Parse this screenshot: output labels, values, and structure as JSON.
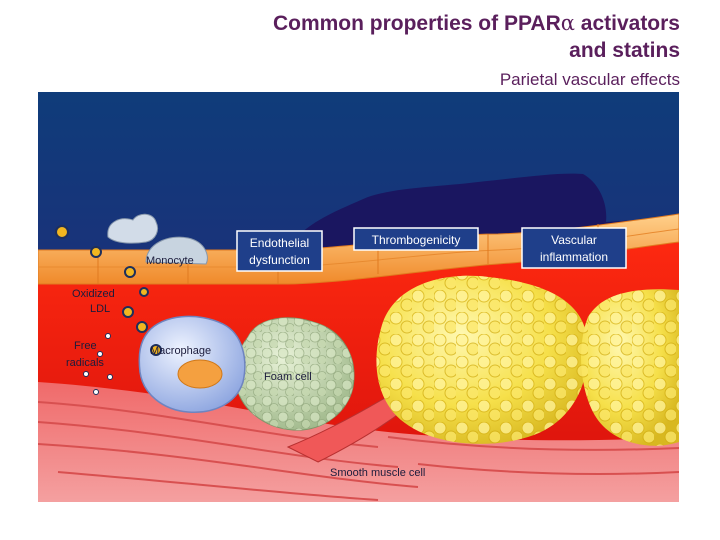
{
  "title": {
    "line1_prefix": "Common properties of PPAR",
    "line1_alpha": "α",
    "line1_suffix": " activators",
    "line2": "and statins"
  },
  "subtitle": "Parietal vascular effects",
  "labels": {
    "endothelial_line1": "Endothelial",
    "endothelial_line2": "dysfunction",
    "thrombogenicity": "Thrombogenicity",
    "vascular_line1": "Vascular",
    "vascular_line2": "inflammation",
    "monocyte": "Monocyte",
    "oxidized_line1": "Oxidized",
    "oxidized_line2": "LDL",
    "free_line1": "Free",
    "free_line2": "radicals",
    "macrophage": "Macrophage",
    "foam_cell": "Foam cell",
    "smooth_muscle_cell": "Smooth muscle cell"
  },
  "colors": {
    "title": "#5a1f5c",
    "label_box": "#1f3f8a"
  }
}
